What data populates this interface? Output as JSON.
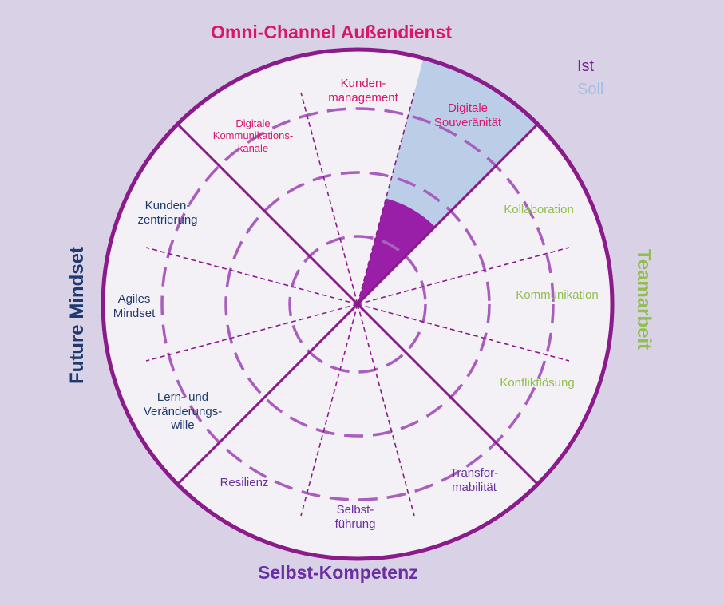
{
  "headings": {
    "top": "Omni-Channel Außendienst",
    "right": "Teamarbeit",
    "bottom": "Selbst-Kompetenz",
    "left": "Future Mindset"
  },
  "legend": {
    "ist": "Ist",
    "soll": "Soll"
  },
  "segments": {
    "kundenmanagement": "Kunden-\nmanagement",
    "digitale_souveraenitaet": "Digitale\nSouveränität",
    "kollaboration": "Kollaboration",
    "kommunikation": "Kommunikation",
    "konfliktloesung": "Konfliktlösung",
    "transformabilitaet": "Transfor-\nmabilität",
    "selbstfuehrung": "Selbst-\nführung",
    "resilienz": "Resilienz",
    "lern_veraenderung": "Lern- und\nVeränderungs-\nwille",
    "agiles_mindset": "Agiles\nMindset",
    "kundenzentrierung": "Kunden-\nzentrierung",
    "digitale_kanaele": "Digitale\nKommunikations-\nkanäle"
  },
  "colors": {
    "background": "#d9d1e5",
    "circle_fill": "#f3f1f5",
    "frame": "#8b1a8b",
    "dashed": "#a95dbe",
    "ist": "#9a1fa8",
    "soll": "#bccde8",
    "omni": "#d6176d",
    "teamarbeit": "#8fbf4d",
    "future": "#1f3a6e",
    "selbst": "#6a2fa0"
  },
  "filled_segment": {
    "name": "Digitale Souveränität",
    "ist_level": 0.43,
    "soll_level": 1.0
  }
}
